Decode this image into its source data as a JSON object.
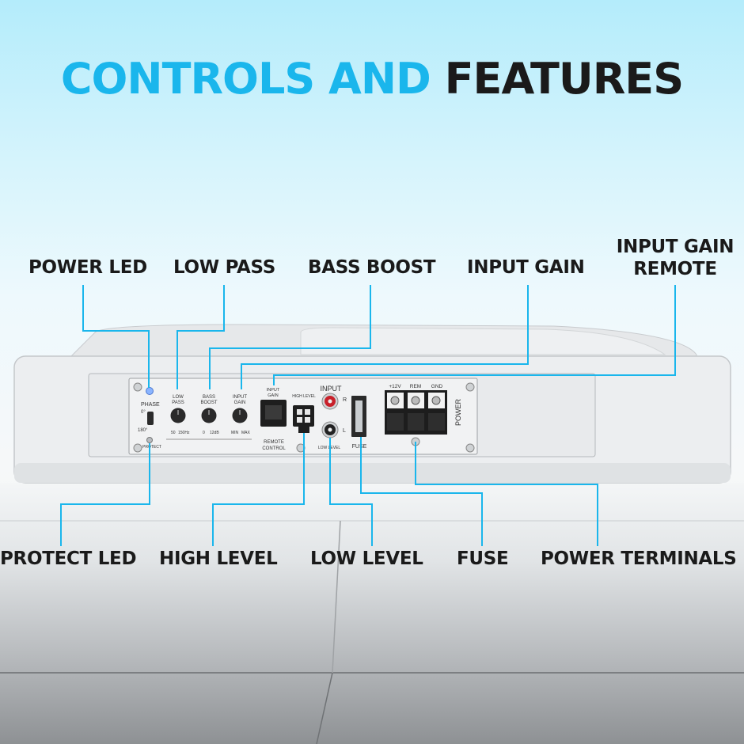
{
  "title": {
    "part1": "CONTROLS AND",
    "part2": "FEATURES"
  },
  "colors": {
    "accent": "#1ab6ec",
    "dark": "#1a1a1a",
    "callout_line": "#1ab6ec"
  },
  "callouts_top": {
    "power_led": "POWER LED",
    "low_pass": "LOW PASS",
    "bass_boost": "BASS BOOST",
    "input_gain": "INPUT GAIN",
    "input_gain_remote_line1": "INPUT GAIN",
    "input_gain_remote_line2": "REMOTE"
  },
  "callouts_bottom": {
    "protect_led": "PROTECT LED",
    "high_level": "HIGH LEVEL",
    "low_level": "LOW LEVEL",
    "fuse": "FUSE",
    "power_terminals": "POWER TERMINALS"
  },
  "panel": {
    "phase": "PHASE",
    "phase_0": "0°",
    "phase_180": "180°",
    "low_pass": [
      "LOW",
      "PASS"
    ],
    "low_pass_range": [
      "50",
      "150Hz"
    ],
    "bass_boost": [
      "BASS",
      "BOOST"
    ],
    "bass_boost_range": [
      "0",
      "12dB"
    ],
    "input_gain": [
      "INPUT",
      "GAIN"
    ],
    "input_gain_range": [
      "MIN",
      "MAX"
    ],
    "remote_input_gain": [
      "INPUT",
      "GAIN"
    ],
    "remote_control": [
      "REMOTE",
      "CONTROL"
    ],
    "high_level": "HIGH LEVEL",
    "input": "INPUT",
    "r": "R",
    "l": "L",
    "low_level": "LOW LEVEL",
    "fuse": "FUSE",
    "plus12v": "+12V",
    "rem": "REM",
    "gnd": "GND",
    "power": "POWER",
    "protect": "PROTECT"
  }
}
